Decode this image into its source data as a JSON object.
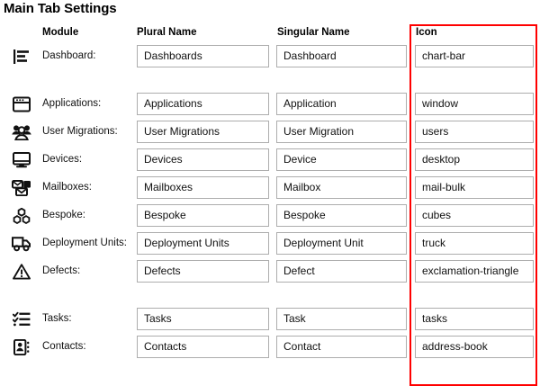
{
  "page": {
    "title": "Main Tab Settings"
  },
  "table": {
    "headers": {
      "module": "Module",
      "plural": "Plural Name",
      "singular": "Singular Name",
      "icon": "Icon"
    },
    "rows": [
      {
        "icon_glyph": "chart-bar-icon",
        "module": "Dashboard:",
        "plural": "Dashboards",
        "singular": "Dashboard",
        "icon": "chart-bar"
      },
      {
        "icon_glyph": "window-icon",
        "module": "Applications:",
        "plural": "Applications",
        "singular": "Application",
        "icon": "window"
      },
      {
        "icon_glyph": "users-icon",
        "module": "User Migrations:",
        "plural": "User Migrations",
        "singular": "User Migration",
        "icon": "users"
      },
      {
        "icon_glyph": "desktop-icon",
        "module": "Devices:",
        "plural": "Devices",
        "singular": "Device",
        "icon": "desktop"
      },
      {
        "icon_glyph": "mail-bulk-icon",
        "module": "Mailboxes:",
        "plural": "Mailboxes",
        "singular": "Mailbox",
        "icon": "mail-bulk"
      },
      {
        "icon_glyph": "cubes-icon",
        "module": "Bespoke:",
        "plural": "Bespoke",
        "singular": "Bespoke",
        "icon": "cubes"
      },
      {
        "icon_glyph": "truck-icon",
        "module": "Deployment Units:",
        "plural": "Deployment Units",
        "singular": "Deployment Unit",
        "icon": "truck"
      },
      {
        "icon_glyph": "exclamation-triangle-icon",
        "module": "Defects:",
        "plural": "Defects",
        "singular": "Defect",
        "icon": "exclamation-triangle"
      },
      {
        "icon_glyph": "tasks-icon",
        "module": "Tasks:",
        "plural": "Tasks",
        "singular": "Task",
        "icon": "tasks"
      },
      {
        "icon_glyph": "address-book-icon",
        "module": "Contacts:",
        "plural": "Contacts",
        "singular": "Contact",
        "icon": "address-book"
      }
    ]
  },
  "annotation": {
    "name": "icon-column-highlight",
    "color": "#ff0000"
  }
}
